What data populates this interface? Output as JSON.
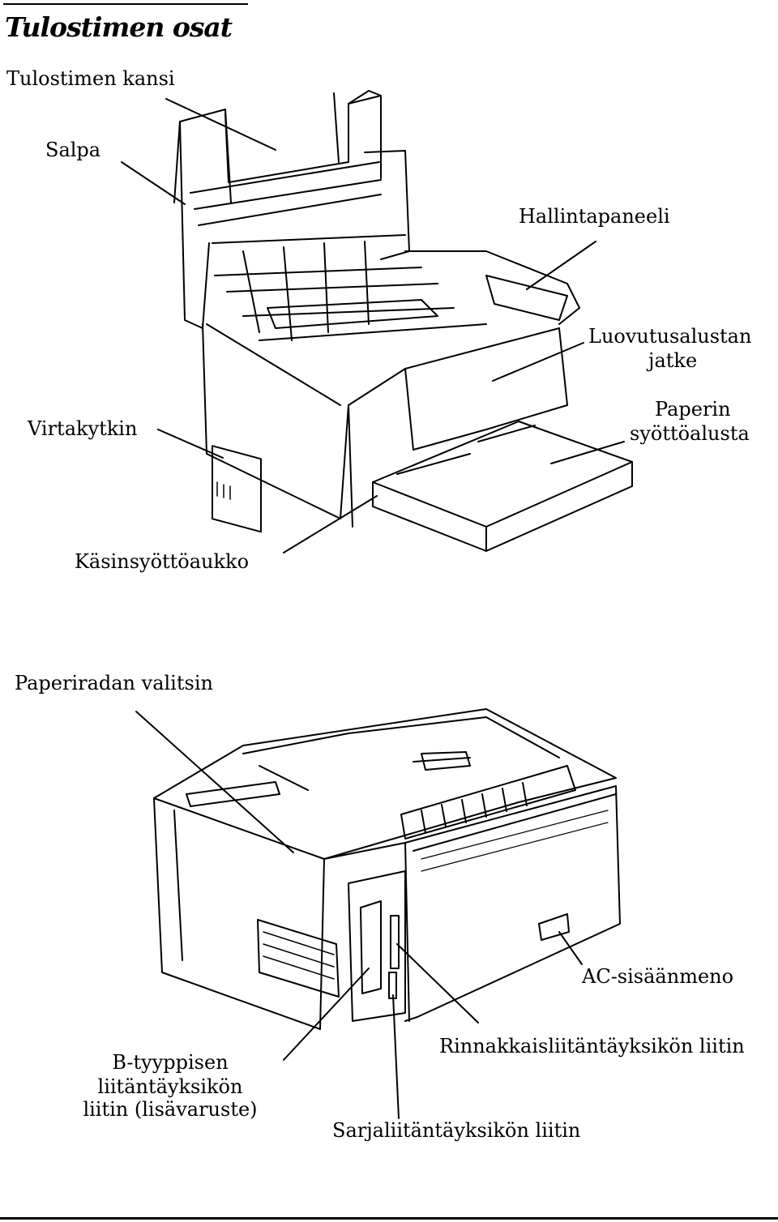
{
  "title": "Tulostimen osat",
  "figure1": {
    "labels": {
      "cover": "Tulostimen kansi",
      "latch": "Salpa",
      "control_panel": "Hallintapaneeli",
      "output_tray_ext_line1": "Luovutusalustan",
      "output_tray_ext_line2": "jatke",
      "power_switch": "Virtakytkin",
      "paper_tray_line1": "Paperin",
      "paper_tray_line2": "syöttöalusta",
      "manual_feed": "Käsinsyöttöaukko"
    }
  },
  "figure2": {
    "labels": {
      "paper_path_selector": "Paperiradan valitsin",
      "ac_inlet": "AC-sisäänmeno",
      "type_b_line1": "B-tyyppisen",
      "type_b_line2": "liitäntäyksikön",
      "type_b_line3": "liitin (lisävaruste)",
      "parallel": "Rinnakkaisliitäntäyksikön liitin",
      "serial": "Sarjaliitäntäyksikön liitin"
    }
  }
}
